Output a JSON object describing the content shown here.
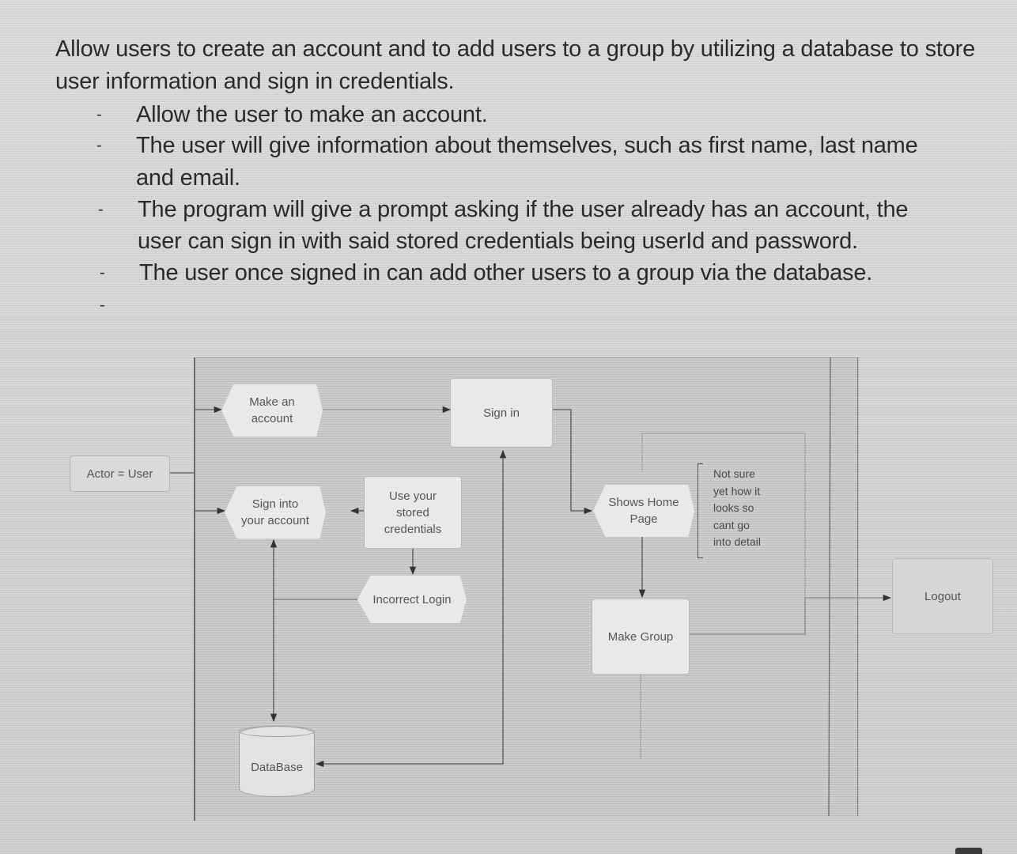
{
  "document": {
    "intro": "Allow users to create an account and to add users to a group by utilizing a database to store user information and sign in credentials.",
    "bullets": [
      {
        "dash": "-",
        "lines": [
          "Allow the user to make an account."
        ]
      },
      {
        "dash": "-",
        "lines": [
          "The user will give information about themselves, such as first name, last name",
          "and email."
        ]
      },
      {
        "dash": "-",
        "lines": [
          "The program will give a prompt asking if the user already has an account, the",
          "user can sign in with said stored credentials being userId and password."
        ]
      },
      {
        "dash": "-",
        "lines": [
          "The user once signed in can add other users to a group via the database."
        ]
      },
      {
        "dash": "-",
        "lines": [
          ""
        ]
      }
    ]
  },
  "diagram": {
    "actor": "Actor = User",
    "nodes": {
      "make_account": [
        "Make an",
        "account"
      ],
      "sign_in": "Sign in",
      "sign_into_account": [
        "Sign into",
        "your account"
      ],
      "use_stored_credentials": [
        "Use your",
        "stored",
        "credentials"
      ],
      "incorrect_login": "Incorrect Login",
      "shows_home_page": [
        "Shows Home",
        "Page"
      ],
      "note": [
        "Not sure",
        "yet how it",
        "looks so",
        "cant go",
        "into detail"
      ],
      "make_group": "Make Group",
      "logout": "Logout",
      "database": "DataBase"
    },
    "colors": {
      "line": "#4a4a4a",
      "node_fill": "#e9eae8",
      "background": "#c8cbc9"
    }
  }
}
